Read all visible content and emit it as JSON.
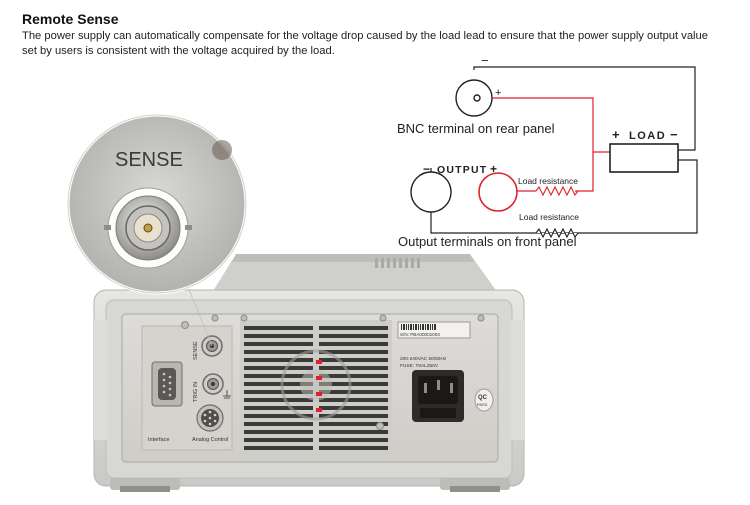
{
  "header": {
    "title": "Remote Sense",
    "description": "The power supply can automatically compensate for the voltage drop caused by the load lead to ensure that the power supply output value set by users is consistent with the voltage acquired by the load."
  },
  "diagram": {
    "bnc_label": "BNC terminal on rear panel",
    "output_label": "OUTPUT",
    "load_label": "LOAD",
    "minus_sign": "−",
    "plus_sign": "+",
    "load_resistance_label": "Load resistance",
    "front_panel_label": "Output terminals on front panel"
  },
  "photo": {
    "sense_zoom_label": "SENSE",
    "sense_label": "SENSE",
    "trig_label": "TRIG IN",
    "interface_label": "Interface",
    "analog_label": "Analog Control",
    "serial_label": "S/N: PBA00001003",
    "power_rating": "200-240VAC 50/60Hz",
    "fuse_label": "FUSE: T8AL250V",
    "qc_label": "QC",
    "pass_label": "PASS"
  },
  "colors": {
    "sense_wire": "#e0202a",
    "wire": "#222222"
  }
}
